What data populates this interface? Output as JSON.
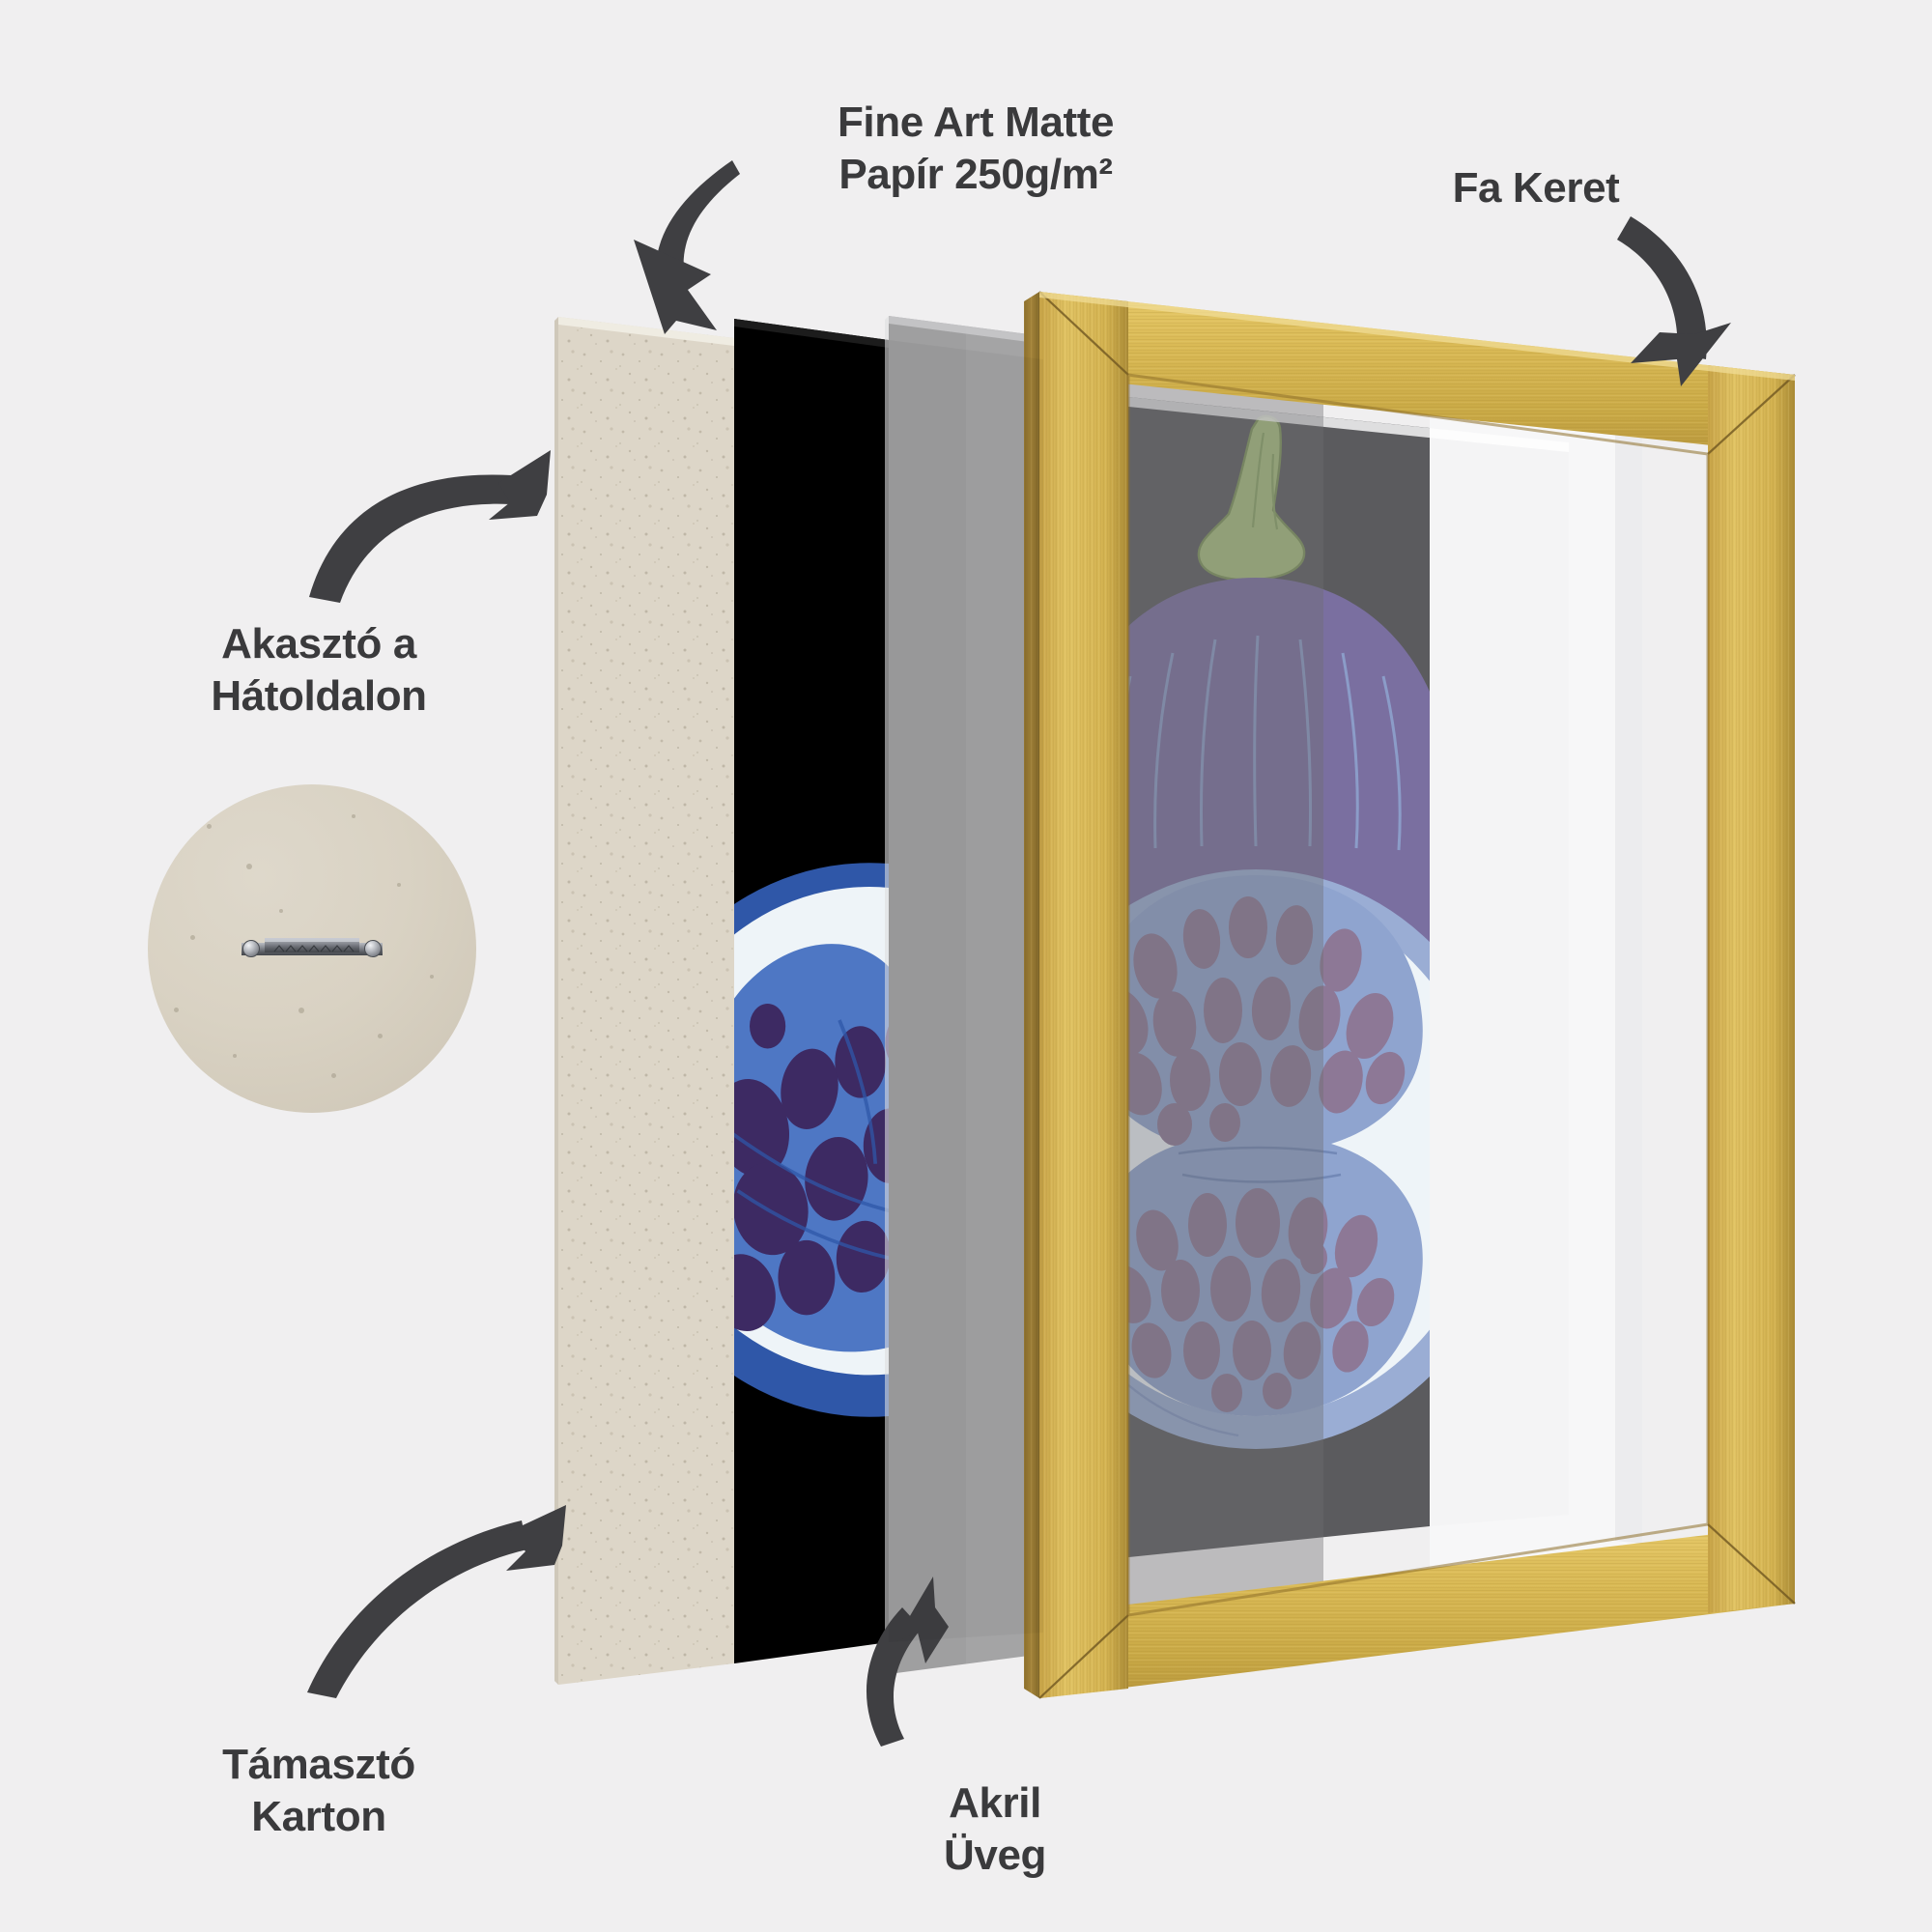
{
  "page": {
    "background_color": "#f0eff0",
    "text_color": "#3a3a3c",
    "title": "Framed Print Layer Breakdown"
  },
  "labels": {
    "paper": "Fine Art Matte\nPapír 250g/m²",
    "frame": "Fa Keret",
    "hanger": "Akasztó a\nHátoldalon",
    "cardboard": "Támasztó\nKarton",
    "acrylic": "Akril\nÜveg"
  },
  "layers": [
    {
      "id": "cardboard",
      "name": "Támasztó Karton",
      "color": "#ddd6c8",
      "description": "Speckled beige backing board"
    },
    {
      "id": "print",
      "name": "Fine Art Matte Papír 250g/m²",
      "color": "#000000",
      "description": "Black background fig art print"
    },
    {
      "id": "acrylic",
      "name": "Akril Üveg",
      "color": "#6e6e70",
      "description": "Transparent grey-tinted acrylic sheet"
    },
    {
      "id": "frame",
      "name": "Fa Keret",
      "color": "#d8b24a",
      "description": "Gold wood frame with mitred corners"
    }
  ],
  "artwork": {
    "title": "Fig Illustration",
    "background_color": "#000000",
    "fig_body_color": "#7a6fa0",
    "fig_stem_color": "#a9c07e",
    "flesh_color": "#8fa4cf",
    "rind_color": "#eef4f8",
    "seed_color": "#8d7896",
    "accent_blue": "#3f63b4",
    "accent_dark_blue": "#3d2a63"
  },
  "hanger": {
    "type": "sawtooth-bracket",
    "screw_count": 2,
    "board_color": "#d9d2c3",
    "metal_color": "#7d7f84"
  },
  "arrows": [
    {
      "id": "arrow-paper",
      "target": "print",
      "direction": "down"
    },
    {
      "id": "arrow-frame",
      "target": "frame",
      "direction": "down-right"
    },
    {
      "id": "arrow-cardboard-top",
      "target": "cardboard",
      "direction": "right"
    },
    {
      "id": "arrow-cardboard-bottom",
      "target": "cardboard",
      "direction": "up-right"
    },
    {
      "id": "arrow-acrylic",
      "target": "acrylic",
      "direction": "up"
    }
  ]
}
